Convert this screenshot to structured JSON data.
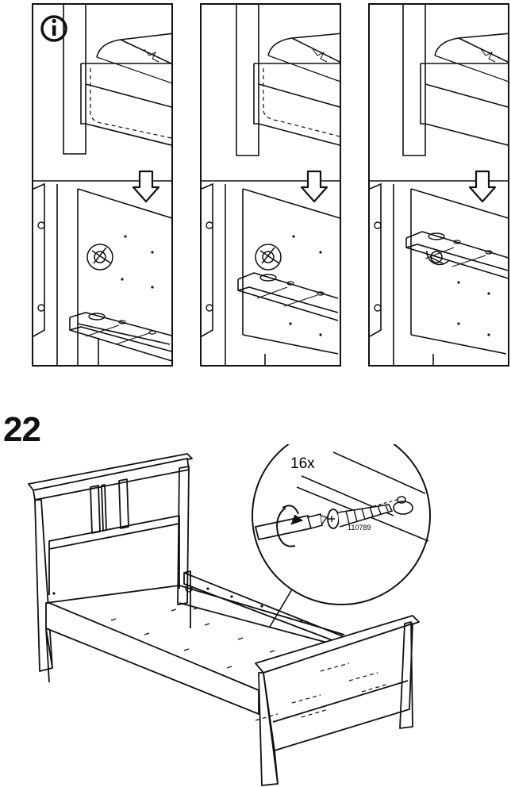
{
  "top_row": {
    "info_icon": "info-circle-icon",
    "panels": [
      {
        "id": "panel-1",
        "arrow_icon": "down-arrow-icon"
      },
      {
        "id": "panel-2",
        "arrow_icon": "down-arrow-icon"
      },
      {
        "id": "panel-3",
        "arrow_icon": "down-arrow-icon"
      }
    ]
  },
  "step": {
    "number": "22",
    "quantity": "16x",
    "part_number": "110789",
    "icons": [
      "screwdriver-icon",
      "rotate-arrow-icon",
      "screw-icon"
    ]
  },
  "colors": {
    "line": "#111111",
    "background": "#ffffff"
  }
}
